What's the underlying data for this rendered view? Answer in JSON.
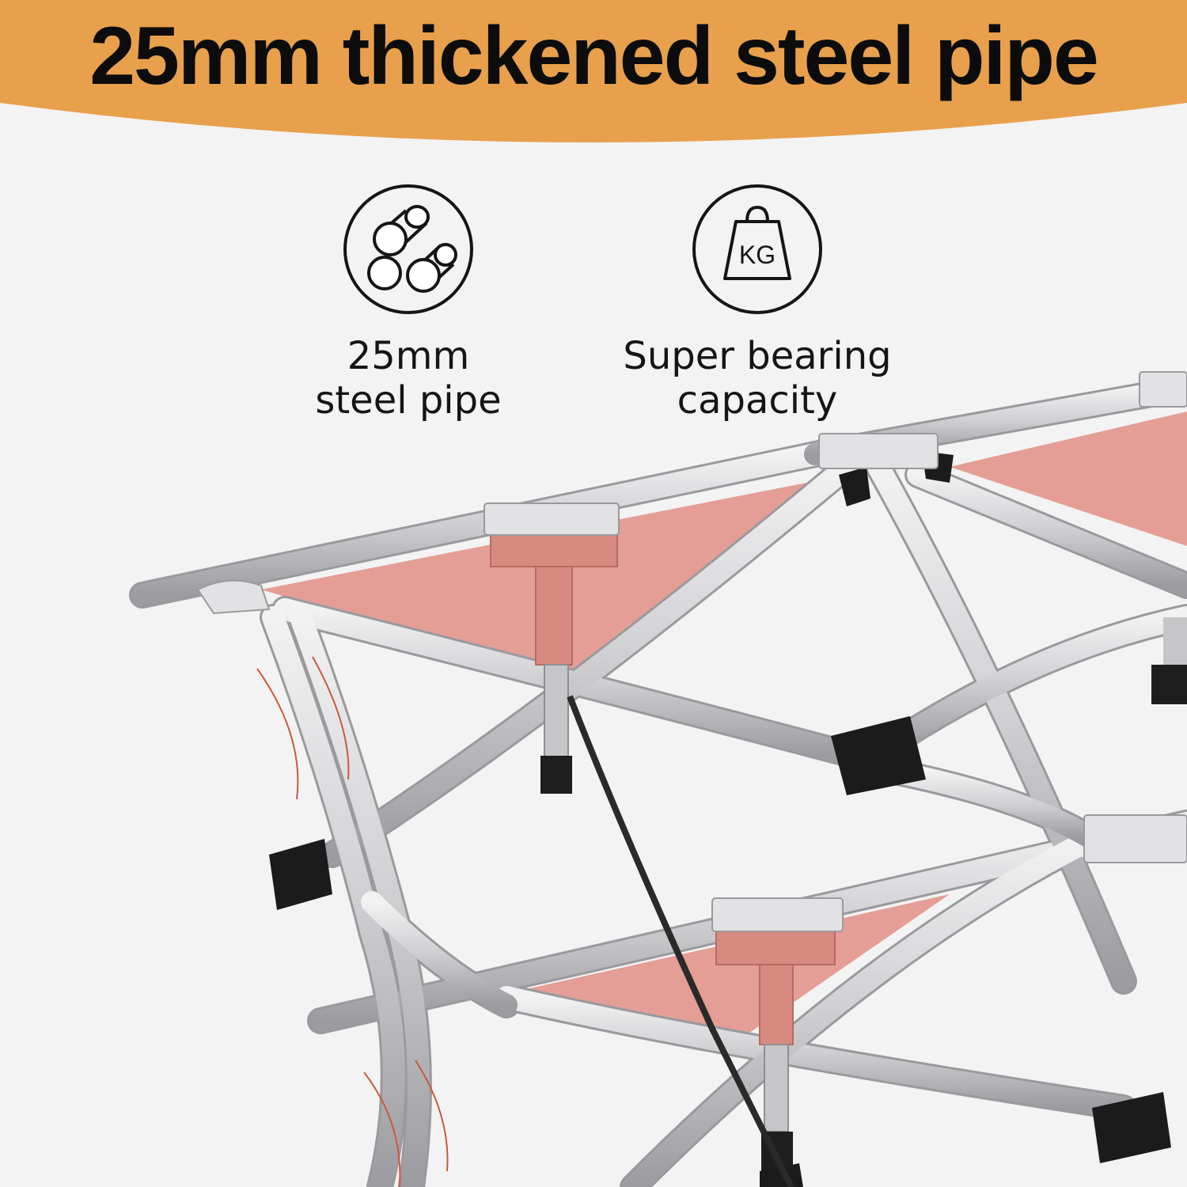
{
  "banner": {
    "headline": "25mm thickened steel pipe",
    "color": "#e8a04c"
  },
  "features": [
    {
      "icon": "steel-pipes-icon",
      "line1": "25mm",
      "line2": "steel pipe"
    },
    {
      "icon": "weight-kg-icon",
      "line1": "Super bearing",
      "line2": "capacity",
      "icon_text": "KG"
    }
  ],
  "colors": {
    "background": "#f3f3f3",
    "frame": "#c9c9cb",
    "fabric": "#e08e84",
    "fittings": "#1b1b1b"
  }
}
